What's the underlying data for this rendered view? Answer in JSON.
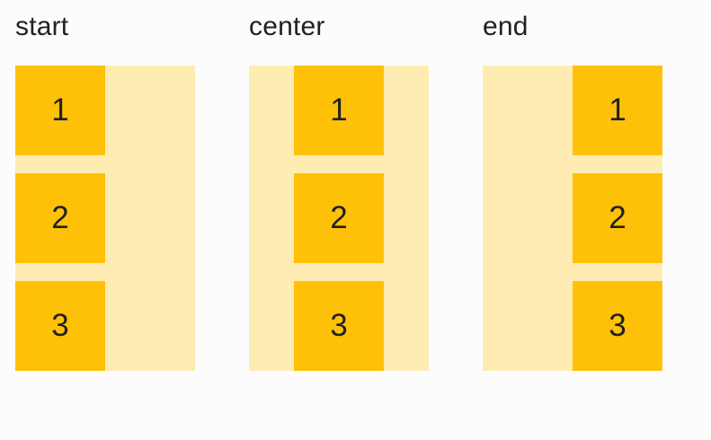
{
  "colors": {
    "page_bg": "#fcfcfd",
    "container_bg": "#ffecb3",
    "item_bg": "#ffc107",
    "text": "#202124"
  },
  "groups": [
    {
      "label": "start",
      "alignment": "start",
      "items": [
        "1",
        "2",
        "3"
      ]
    },
    {
      "label": "center",
      "alignment": "center",
      "items": [
        "1",
        "2",
        "3"
      ]
    },
    {
      "label": "end",
      "alignment": "end",
      "items": [
        "1",
        "2",
        "3"
      ]
    }
  ]
}
